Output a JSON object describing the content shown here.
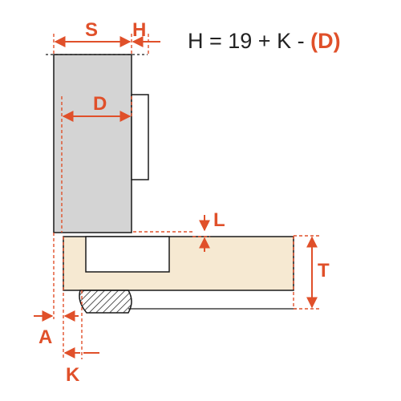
{
  "colors": {
    "accent": "#e0502a",
    "door_fill": "#d4d4d4",
    "panel_fill": "#f6e9d2",
    "outline": "#1a1a1a",
    "text": "#222222"
  },
  "labels": {
    "s": "S",
    "h": "H",
    "d": "D",
    "l": "L",
    "t": "T",
    "a": "A",
    "k": "K"
  },
  "formula": {
    "lhs": "H = 19 + K - ",
    "rhs": "(D)"
  }
}
